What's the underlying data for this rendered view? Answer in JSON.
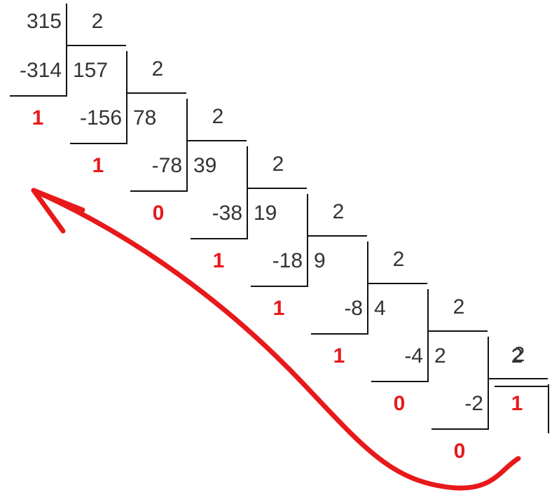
{
  "steps": [
    {
      "dividend": "315",
      "product": "-314",
      "remainder": "1",
      "divisor": "2"
    },
    {
      "dividend": "157",
      "product": "-156",
      "remainder": "1",
      "divisor": "2"
    },
    {
      "dividend": "78",
      "product": "-78",
      "remainder": "0",
      "divisor": "2"
    },
    {
      "dividend": "39",
      "product": "-38",
      "remainder": "1",
      "divisor": "2"
    },
    {
      "dividend": "19",
      "product": "-18",
      "remainder": "1",
      "divisor": "2"
    },
    {
      "dividend": "9",
      "product": "-8",
      "remainder": "1",
      "divisor": "2"
    },
    {
      "dividend": "4",
      "product": "-4",
      "remainder": "0",
      "divisor": "2"
    },
    {
      "dividend": "2",
      "product": "-2",
      "remainder": "0",
      "divisor": "2"
    }
  ],
  "final_quotient": "1",
  "colors": {
    "text": "#333333",
    "remainder": "#e8191a",
    "lines": "#111111",
    "arrow": "#e8191a"
  },
  "icons": {
    "arrow": "curved-arrow-icon"
  }
}
